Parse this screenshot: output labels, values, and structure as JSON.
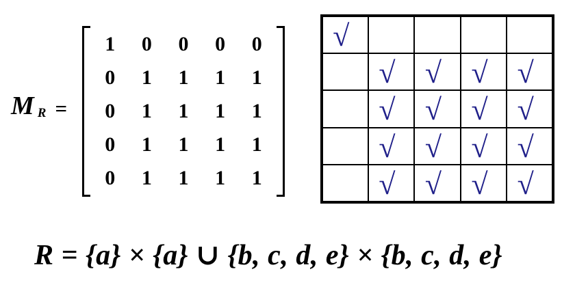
{
  "background_color": "#ffffff",
  "matrix_equation": {
    "symbol": "M",
    "subscript": "R",
    "equals_sign": "=",
    "rows": [
      [
        "1",
        "0",
        "0",
        "0",
        "0"
      ],
      [
        "0",
        "1",
        "1",
        "1",
        "1"
      ],
      [
        "0",
        "1",
        "1",
        "1",
        "1"
      ],
      [
        "0",
        "1",
        "1",
        "1",
        "1"
      ],
      [
        "0",
        "1",
        "1",
        "1",
        "1"
      ]
    ]
  },
  "relation_grid": {
    "rows": 5,
    "cols": 5,
    "checkmark_glyph": "√",
    "checkmark_color": "#20208a",
    "border_color": "#000000",
    "checked_cells": [
      [
        1,
        0,
        0,
        0,
        0
      ],
      [
        0,
        1,
        1,
        1,
        1
      ],
      [
        0,
        1,
        1,
        1,
        1
      ],
      [
        0,
        1,
        1,
        1,
        1
      ],
      [
        0,
        1,
        1,
        1,
        1
      ]
    ]
  },
  "formula": {
    "text": "R = {a} × {a} ∪ {b, c, d, e} × {b, c, d, e}"
  }
}
